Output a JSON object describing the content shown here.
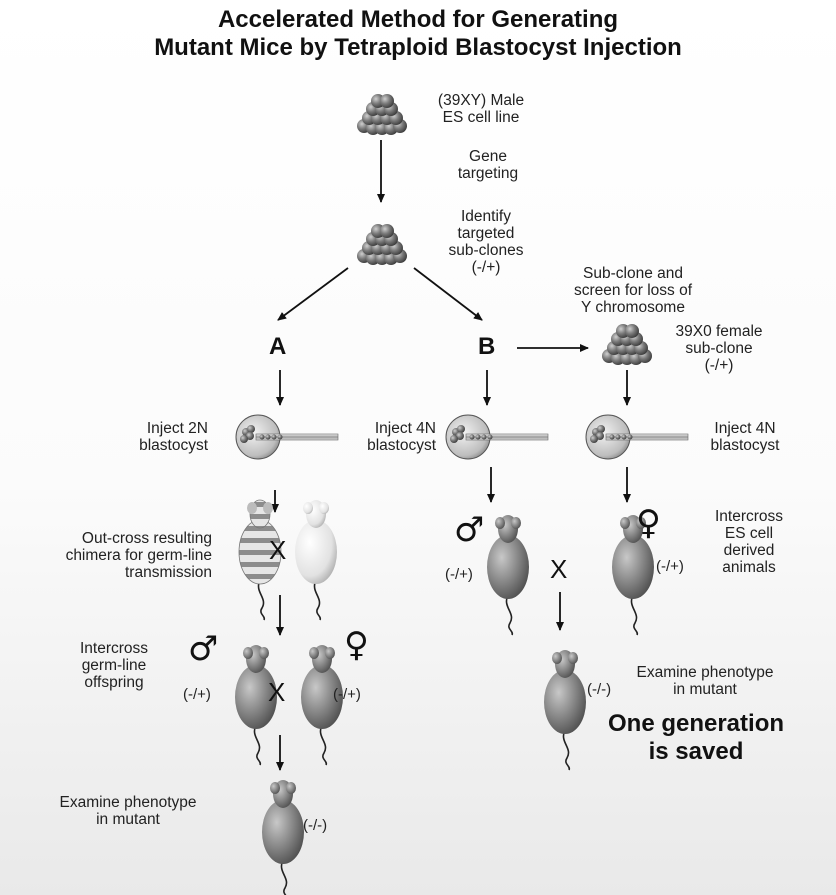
{
  "title": {
    "line1": "Accelerated Method for Generating",
    "line2": "Mutant Mice by Tetraploid Blastocyst Injection"
  },
  "labels": {
    "es_line": "(39XY) Male\nES cell line",
    "gene_targeting": "Gene\ntargeting",
    "identify": "Identify\ntargeted\nsub-clones\n(-/+)",
    "subclone_screen": "Sub-clone and\nscreen for loss of\nY chromosome",
    "female_subclone": "39X0 female\nsub-clone\n(-/+)",
    "inject_2n": "Inject 2N\nblastocyst",
    "inject_4n_b": "Inject 4N\nblastocyst",
    "inject_4n_right": "Inject 4N\nblastocyst",
    "outcross": "Out-cross resulting\nchimera for germ-line\ntransmission",
    "intercross_germline": "Intercross\ngerm-line\noffspring",
    "intercross_es": "Intercross\nES cell\nderived\nanimals",
    "examine_left": "Examine phenotype\nin mutant",
    "examine_right": "Examine phenotype\nin mutant",
    "generation_saved": "One generation\nis saved"
  },
  "branches": {
    "a": "A",
    "b": "B"
  },
  "cross_marks": {
    "symbol": "X"
  },
  "genotypes": {
    "het": "(-/+)",
    "mut": "(-/-)"
  },
  "sex_symbols": {
    "male": "♂",
    "female": "♀"
  },
  "colors": {
    "mouse": "#8a8a8a",
    "cell": "#6f6f6f",
    "arrow": "#111111",
    "background_bottom": "#ececec"
  }
}
